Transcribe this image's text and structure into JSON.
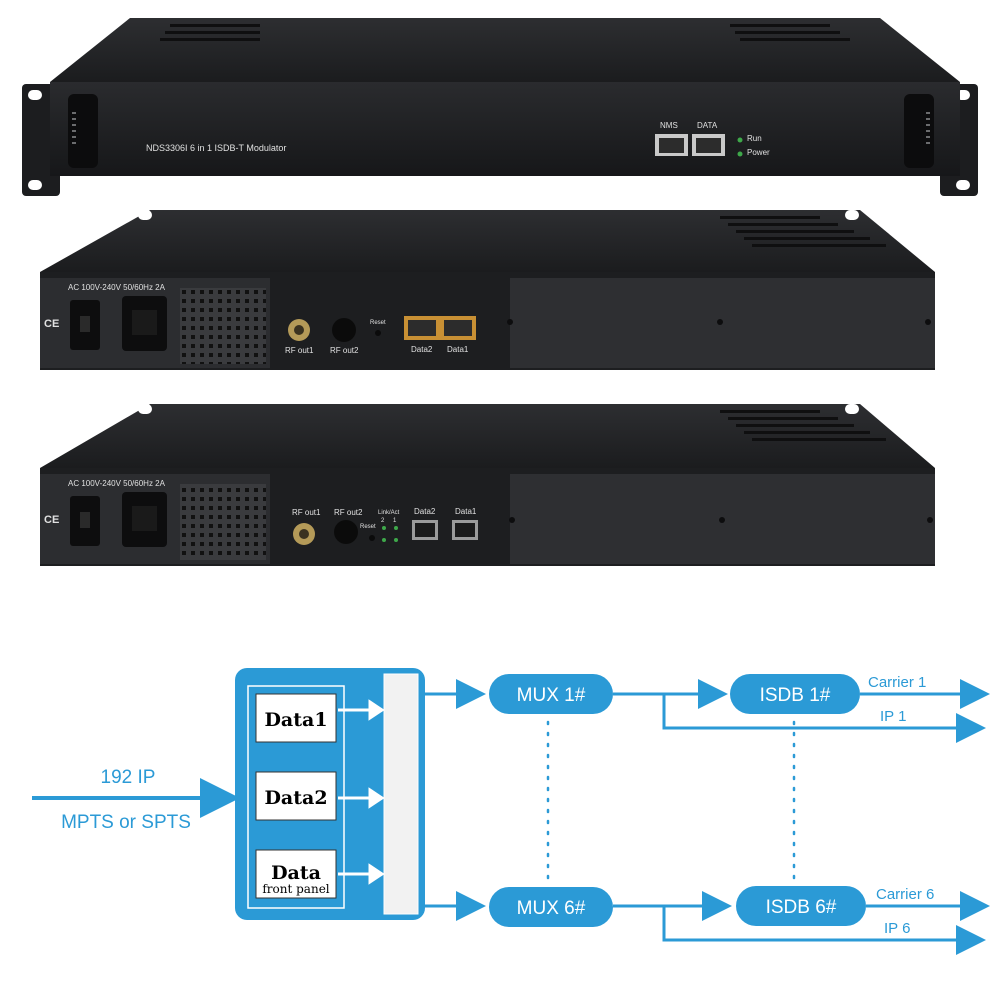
{
  "front_panel": {
    "model_label": "NDS3306I 6 in 1 ISDB-T Modulator",
    "port_nms": "NMS",
    "port_data": "DATA",
    "led_run": "Run",
    "led_power": "Power"
  },
  "rear_panel_rj45": {
    "power_label": "AC 100V-240V 50/60Hz 2A",
    "rf_out1": "RF out1",
    "rf_out2": "RF out2",
    "reset": "Reset",
    "data2": "Data2",
    "data1": "Data1"
  },
  "rear_panel_sfp": {
    "power_label": "AC 100V-240V 50/60Hz 2A",
    "rf_out1": "RF out1",
    "rf_out2": "RF out2",
    "reset": "Reset",
    "link_act": "Link/Act",
    "link_2": "2",
    "link_1": "1",
    "data2": "Data2",
    "data1": "Data1"
  },
  "diagram": {
    "input_line1": "192 IP",
    "input_line2": "MPTS or SPTS",
    "data1": "Data1",
    "data2": "Data2",
    "data_front": "Data",
    "data_front_sub": "front panel",
    "mux1": "MUX 1#",
    "mux6": "MUX 6#",
    "isdb1": "ISDB 1#",
    "isdb6": "ISDB 6#",
    "carrier1": "Carrier 1",
    "ip1": "IP 1",
    "carrier6": "Carrier 6",
    "ip6": "IP 6"
  },
  "colors": {
    "accent_blue": "#2b9ad6",
    "chassis_dark": "#1e1f21",
    "panel_gray": "#3a3b3e"
  }
}
